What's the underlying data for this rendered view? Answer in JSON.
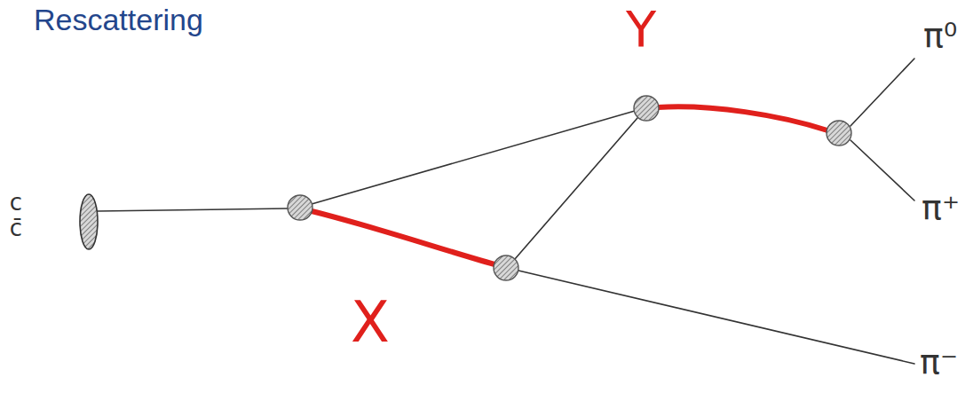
{
  "diagram": {
    "title": "Rescattering",
    "labels": [
      "c c̄",
      "X",
      "Y",
      "π⁰",
      "π⁺",
      "π⁻"
    ]
  }
}
